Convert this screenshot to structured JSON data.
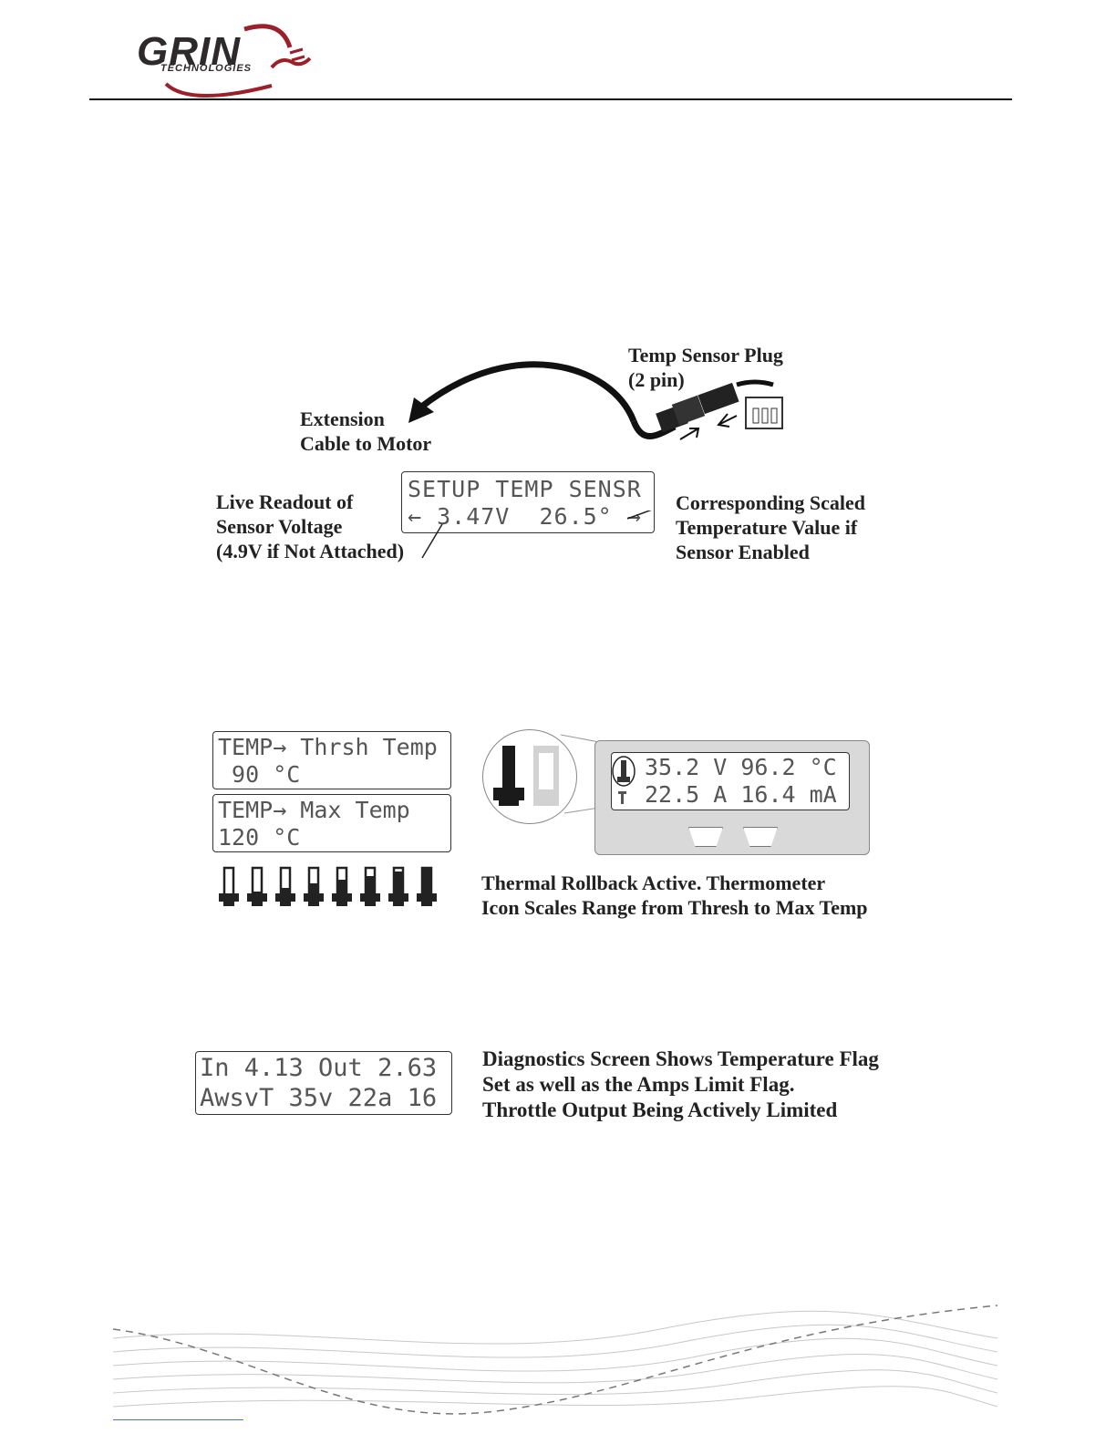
{
  "header": {
    "logo_word": "GRIN",
    "logo_sub": "TECHNOLOGIES",
    "colors": {
      "logo_text": "#2e2a2b",
      "logo_swoosh": "#9c1f2a"
    }
  },
  "figure1": {
    "plug_label": [
      "Temp Sensor Plug",
      "(2 pin)"
    ],
    "cable_label": [
      "Extension",
      "Cable to Motor"
    ],
    "lcd": {
      "line1": "SETUP TEMP SENSR",
      "line2": "← 3.47V  26.5° →"
    },
    "left_label": [
      "Live Readout of",
      "Sensor Voltage",
      "(4.9V if Not Attached)"
    ],
    "right_label": [
      "Corresponding Scaled",
      "Temperature Value if",
      "Sensor Enabled"
    ]
  },
  "figure2": {
    "lcd_thresh": {
      "line1": "TEMP→ Thrsh Temp",
      "line2": " 90 °C"
    },
    "lcd_max": {
      "line1": "TEMP→ Max Temp",
      "line2": "120 °C"
    },
    "thermometer_levels": [
      0.0,
      0.14,
      0.28,
      0.43,
      0.57,
      0.71,
      0.86,
      1.0
    ],
    "main_lcd": {
      "line1": "35.2 V 96.2 °C",
      "line2": "22.5 A 16.4 mA"
    },
    "caption": [
      "Thermal Rollback Active. Thermometer",
      "Icon Scales Range from Thresh to Max Temp"
    ]
  },
  "figure3": {
    "lcd": {
      "line1": "In 4.13 Out 2.63",
      "line2": "AwsvT 35v 22a 16"
    },
    "caption": [
      "Diagnostics Screen Shows Temperature Flag",
      "Set as well as the Amps Limit Flag.",
      "Throttle Output Being Actively Limited"
    ]
  }
}
